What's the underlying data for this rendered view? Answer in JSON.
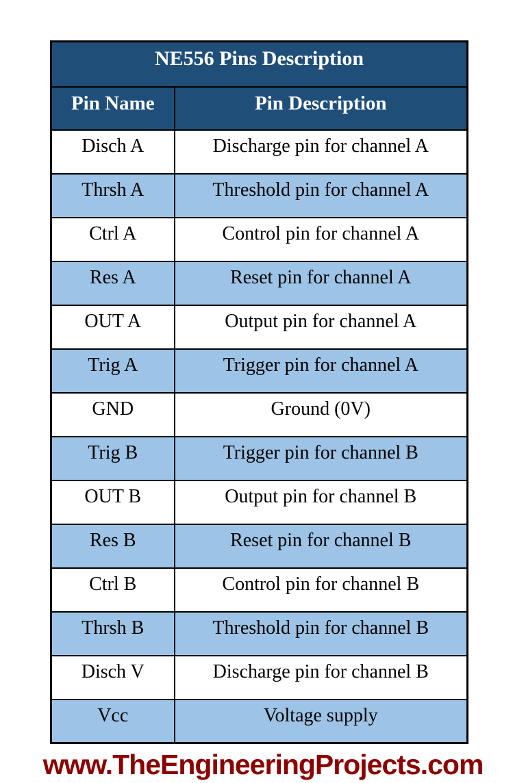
{
  "table": {
    "title": "NE556 Pins Description",
    "columns": [
      "Pin Name",
      "Pin Description"
    ],
    "rows": [
      {
        "name": "Disch A",
        "description": "Discharge pin for channel A"
      },
      {
        "name": "Thrsh A",
        "description": "Threshold pin for channel A"
      },
      {
        "name": "Ctrl A",
        "description": "Control pin for channel A"
      },
      {
        "name": "Res A",
        "description": "Reset pin for channel A"
      },
      {
        "name": "OUT A",
        "description": "Output pin for channel A"
      },
      {
        "name": "Trig A",
        "description": "Trigger pin for channel A"
      },
      {
        "name": "GND",
        "description": "Ground (0V)"
      },
      {
        "name": "Trig B",
        "description": "Trigger pin for channel B"
      },
      {
        "name": "OUT B",
        "description": "Output pin for channel B"
      },
      {
        "name": "Res B",
        "description": "Reset pin for channel B"
      },
      {
        "name": "Ctrl B",
        "description": "Control pin for channel B"
      },
      {
        "name": "Thrsh B",
        "description": "Threshold pin for channel B"
      },
      {
        "name": "Disch V",
        "description": "Discharge pin for channel B"
      },
      {
        "name": "Vcc",
        "description": "Voltage supply"
      }
    ]
  },
  "footer": {
    "url": "www.TheEngineeringProjects.com"
  },
  "colors": {
    "header_bg": "#1F4E79",
    "alt_row_bg": "#9DC3E6",
    "border": "#000000",
    "footer_text": "#8B0000",
    "header_text": "#FFFFFF",
    "body_text": "#000000"
  }
}
